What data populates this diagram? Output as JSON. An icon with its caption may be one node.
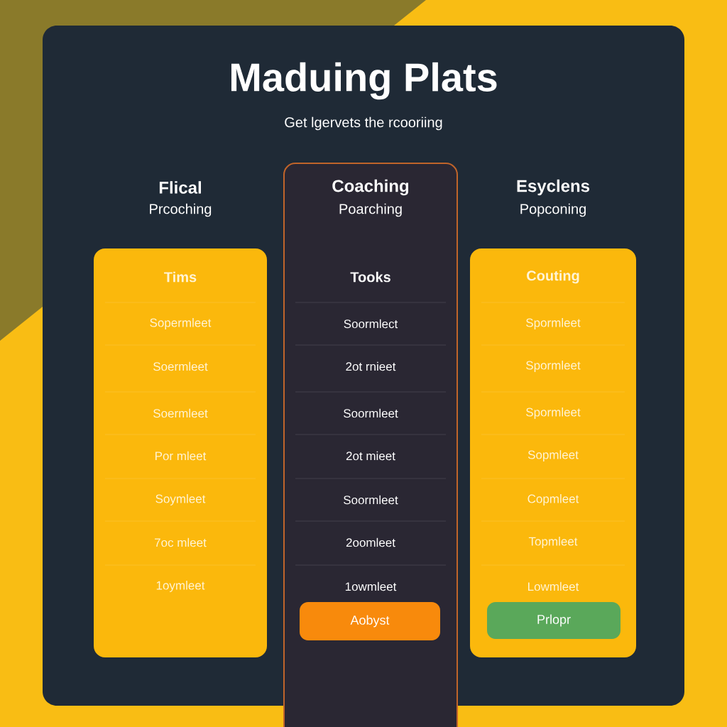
{
  "diagram": {
    "title": "Maduing Plats",
    "caption": "Get lgervets the rcooriing",
    "nodes": [
      {
        "text": [
          "Flical",
          "Prcoching",
          "Tims",
          "Sopermleet",
          "Soermleet",
          "Soermleet",
          "Por mleet",
          "Soymleet",
          "7oc mleet",
          "1oymleet"
        ]
      },
      {
        "text": [
          "Coaching",
          "Poarching",
          "Tooks",
          "Soormlect",
          "2ot rnieet",
          "Soormleet",
          "2ot mieet",
          "Soormleet",
          "2oomleet",
          "1owmleet"
        ]
      },
      {
        "text": [
          "Esyclens",
          "Popconing",
          "Couting",
          "Spormleet",
          "Spormleet",
          "Spormleet",
          "Sopmleet",
          "Copmleet",
          "Topmleet",
          "Lowmleet"
        ]
      },
      {
        "text": [
          "Aobyst"
        ],
        "in": 1
      },
      {
        "text": [
          "Prlopr"
        ],
        "in": 2
      }
    ]
  }
}
